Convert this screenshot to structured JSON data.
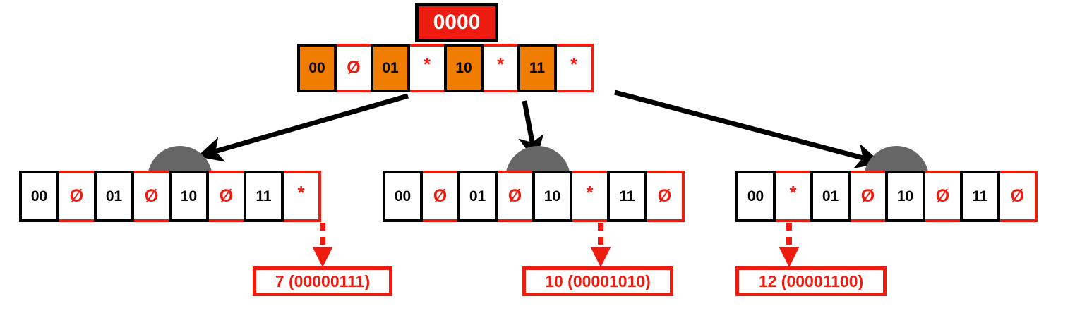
{
  "diagram": {
    "title_box": {
      "label": "0000"
    },
    "colors": {
      "key_fill": "#F07D00",
      "value_border": "#EE1C10",
      "root_label_fill": "#EE1C10",
      "dome": "#666666",
      "black": "#000000"
    },
    "root_node": {
      "name": "root-node",
      "cells": [
        {
          "key": "00",
          "value": "Ø",
          "key_highlight": true,
          "value_kind": "nil"
        },
        {
          "key": "01",
          "value": "*",
          "key_highlight": true,
          "value_kind": "star"
        },
        {
          "key": "10",
          "value": "*",
          "key_highlight": true,
          "value_kind": "star"
        },
        {
          "key": "11",
          "value": "*",
          "key_highlight": true,
          "value_kind": "star"
        }
      ]
    },
    "leaf_nodes": [
      {
        "name": "leaf-node-left",
        "cells": [
          {
            "key": "00",
            "value": "Ø",
            "value_kind": "nil"
          },
          {
            "key": "01",
            "value": "Ø",
            "value_kind": "nil"
          },
          {
            "key": "10",
            "value": "Ø",
            "value_kind": "nil"
          },
          {
            "key": "11",
            "value": "*",
            "value_kind": "star"
          }
        ]
      },
      {
        "name": "leaf-node-middle",
        "cells": [
          {
            "key": "00",
            "value": "Ø",
            "value_kind": "nil"
          },
          {
            "key": "01",
            "value": "Ø",
            "value_kind": "nil"
          },
          {
            "key": "10",
            "value": "*",
            "value_kind": "star"
          },
          {
            "key": "11",
            "value": "Ø",
            "value_kind": "nil"
          }
        ]
      },
      {
        "name": "leaf-node-right",
        "cells": [
          {
            "key": "00",
            "value": "*",
            "value_kind": "star"
          },
          {
            "key": "01",
            "value": "Ø",
            "value_kind": "nil"
          },
          {
            "key": "10",
            "value": "Ø",
            "value_kind": "nil"
          },
          {
            "key": "11",
            "value": "Ø",
            "value_kind": "nil"
          }
        ]
      }
    ],
    "value_boxes": [
      {
        "name": "value-box-7",
        "label": "7 (00000111)"
      },
      {
        "name": "value-box-10",
        "label": "10 (00001010)"
      },
      {
        "name": "value-box-12",
        "label": "12 (00001100)"
      }
    ]
  }
}
